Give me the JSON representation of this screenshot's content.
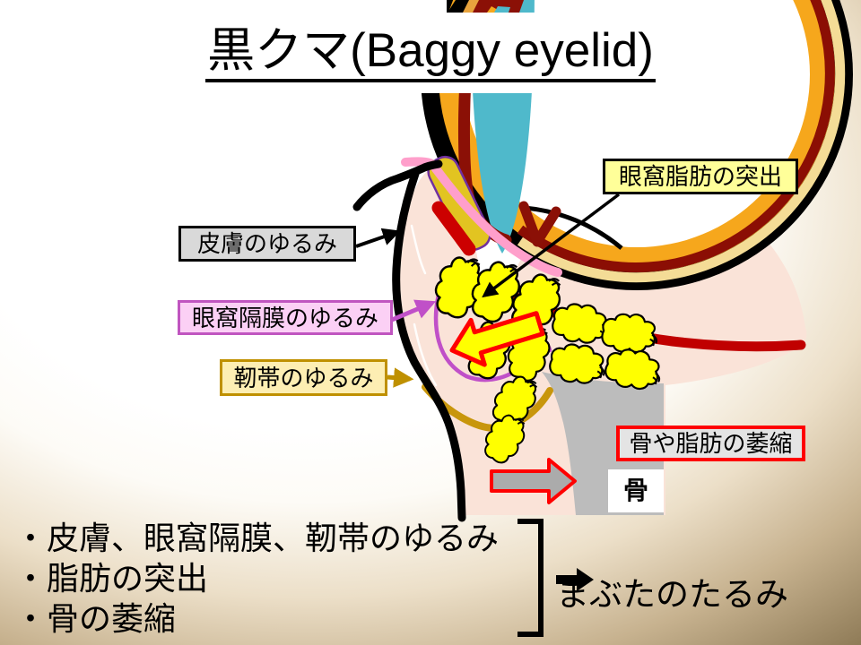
{
  "slide": {
    "title": "黒クマ(Baggy eyelid)"
  },
  "callouts": {
    "fat_protrusion": {
      "label": "眼窩脂肪の突出"
    },
    "skin_laxity": {
      "label": "皮膚のゆるみ"
    },
    "septum_laxity": {
      "label": "眼窩隔膜のゆるみ"
    },
    "ligament_laxity": {
      "label": "靭帯のゆるみ"
    },
    "bone_fat_atrophy": {
      "label": "骨や脂肪の萎縮"
    },
    "bone": {
      "label": "骨"
    }
  },
  "summary": {
    "bullets": [
      "・皮膚、眼窩隔膜、靭帯のゆるみ",
      "・脂肪の突出",
      "・骨の萎縮"
    ],
    "conclusion": "まぶたのたるみ"
  },
  "colors": {
    "flesh": "#fae3d8",
    "fat_yellow": "#ffff00",
    "bone_gray": "#bcbcbc",
    "ring_amber": "#f6a71c",
    "ring_darkred": "#8b0e04",
    "ring_cream": "#f4dc96",
    "cornea_teal": "#4fb9cb",
    "muscle_red": "#c00000",
    "hook_darkred": "#8b1006",
    "septum_magenta": "#c050c8",
    "septum_pink": "#ff9fcb",
    "ligament_gold": "#c8960c",
    "tarsus_mustard": "#e2c421",
    "tarsus_purple": "#7030a0",
    "callout_yellow_bg": "#ffff99",
    "callout_gray_bg": "#d9d9d9",
    "callout_pink_bg": "#fbd0f5",
    "callout_pink_border": "#c055c0",
    "callout_cream_bg": "#fdeeb3",
    "callout_gold_border": "#bf9000",
    "callout_red_border": "#ff0000",
    "label_gray_bg": "#e4e4e4",
    "arrow_red": "#ff0000",
    "arrow_gray": "#ababab"
  }
}
